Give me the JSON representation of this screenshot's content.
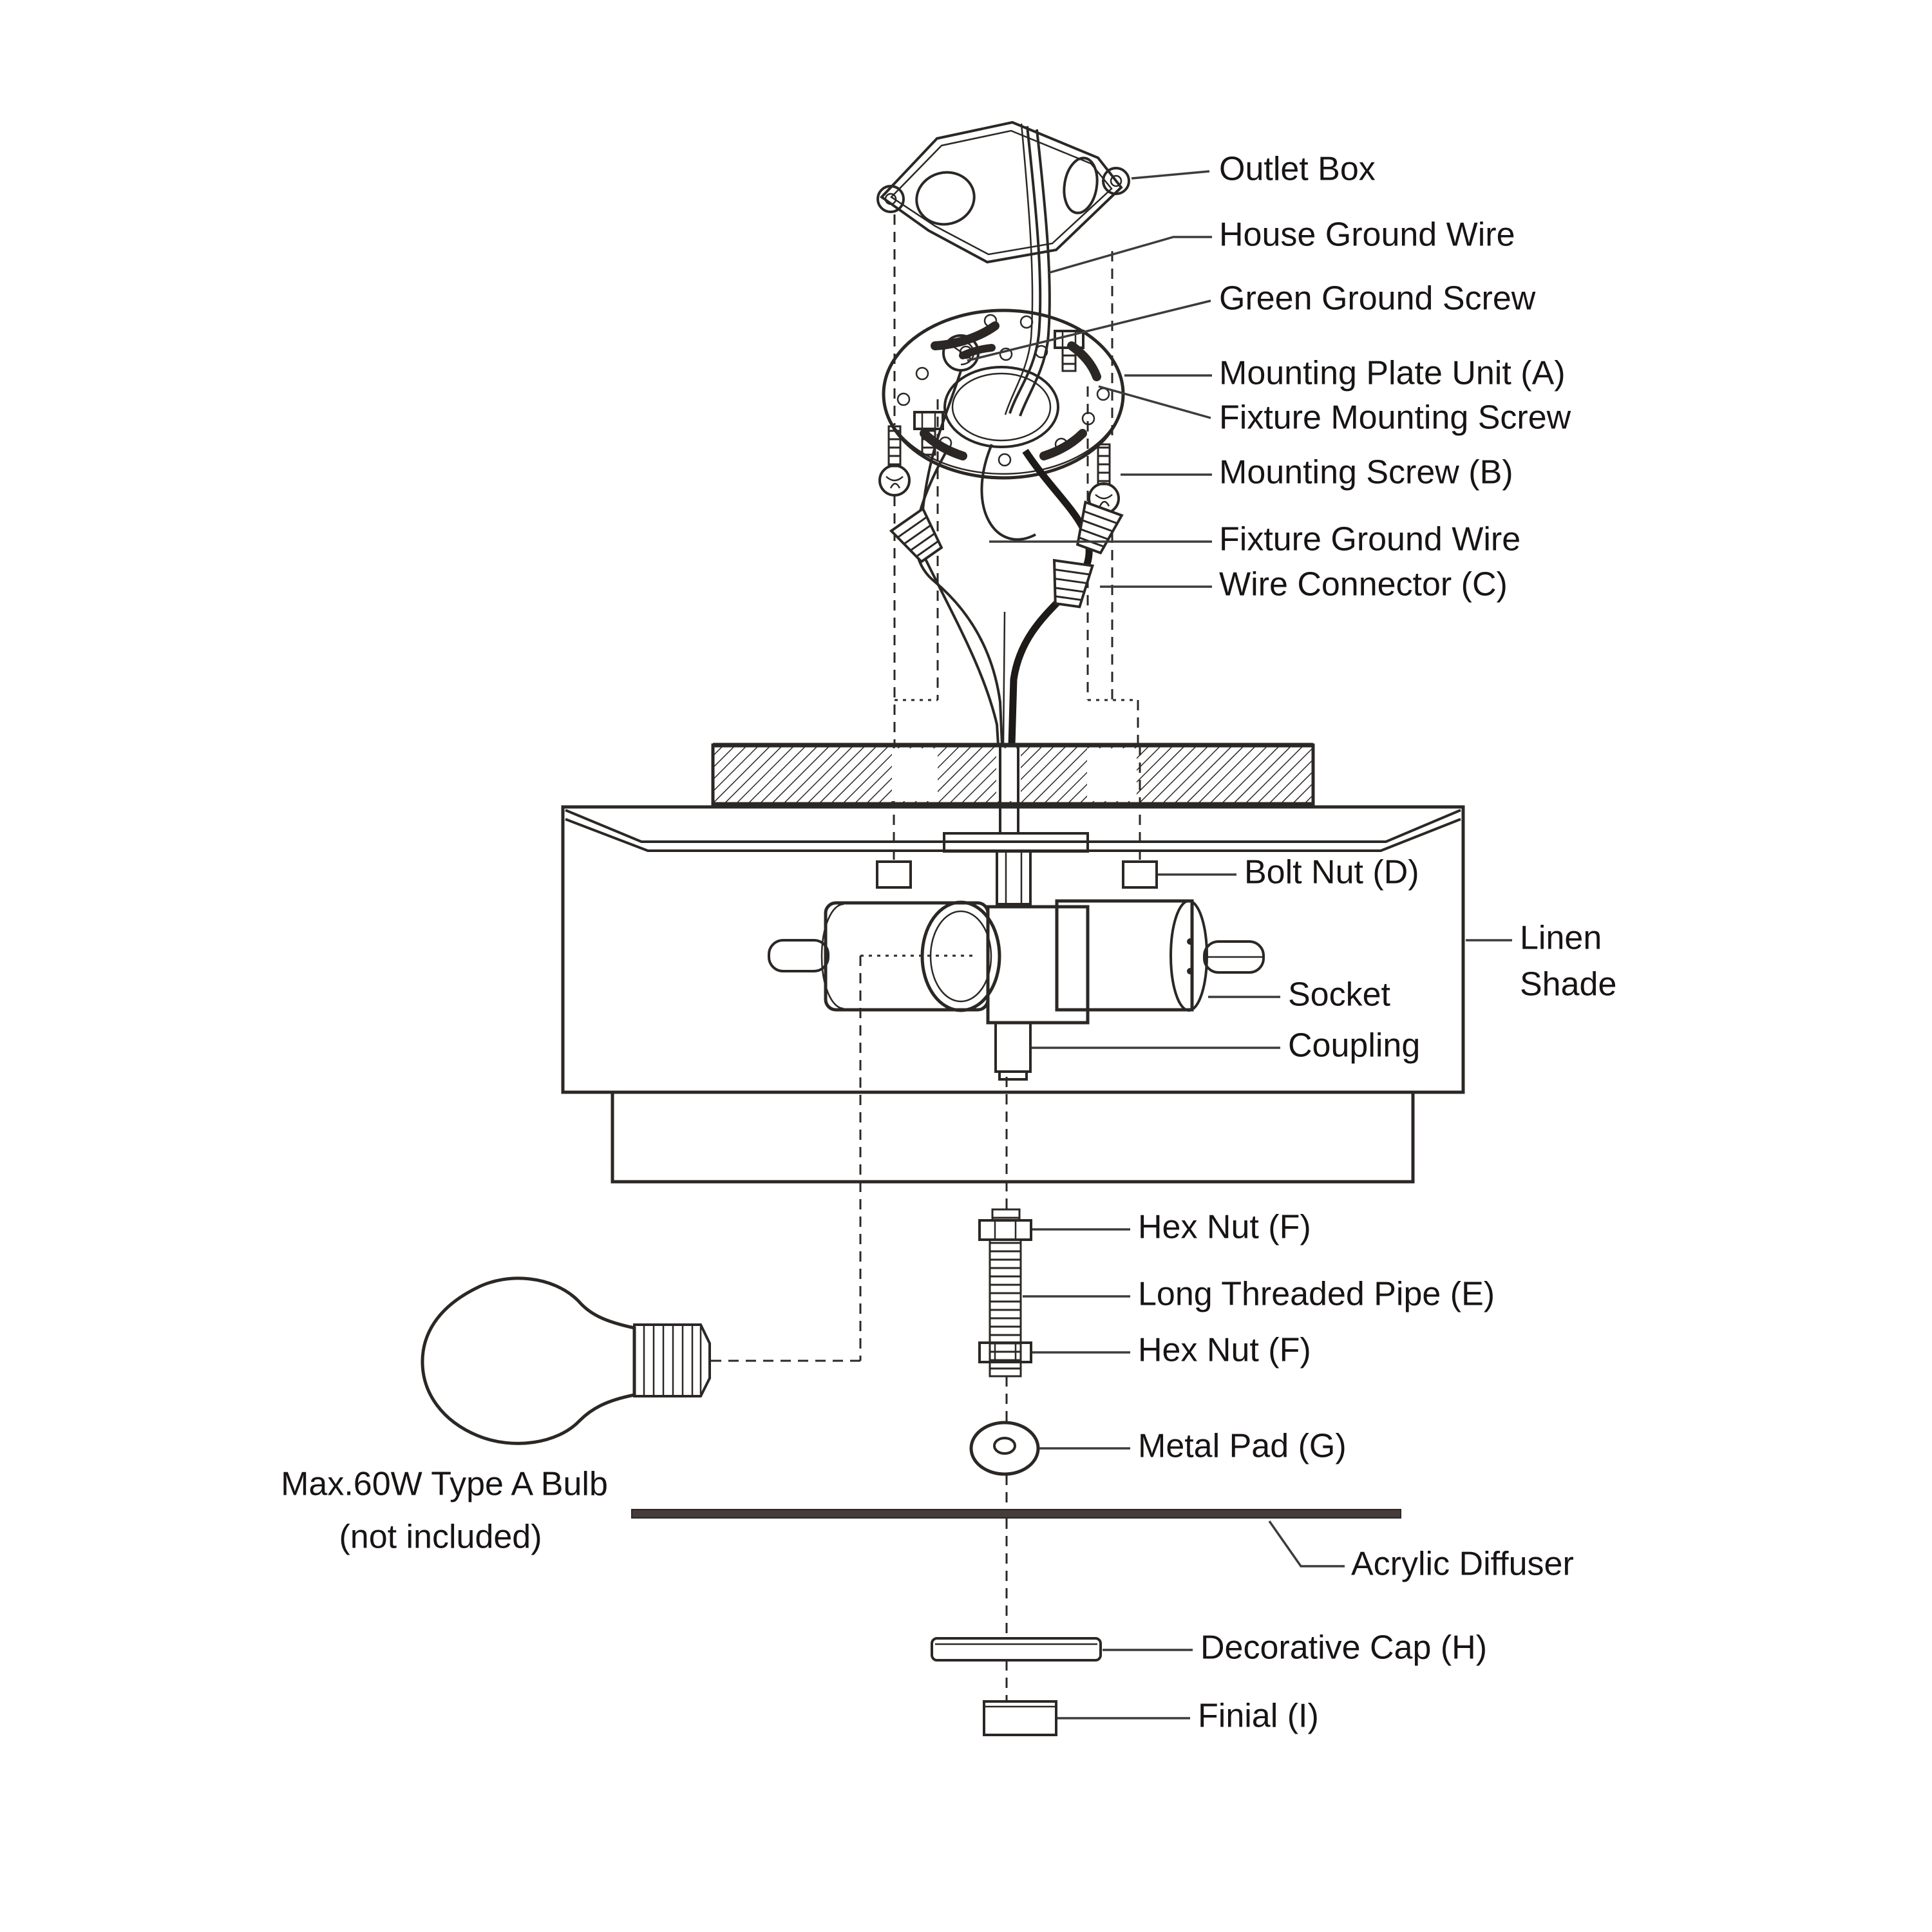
{
  "labels": {
    "outlet_box": "Outlet Box",
    "house_ground_wire": "House Ground Wire",
    "green_ground_screw": "Green Ground Screw",
    "mounting_plate_unit": "Mounting Plate Unit (A)",
    "fixture_mounting_screw": "Fixture Mounting Screw",
    "mounting_screw_b": "Mounting Screw (B)",
    "fixture_ground_wire": "Fixture Ground Wire",
    "wire_connector_c": "Wire Connector (C)",
    "bolt_nut_d": "Bolt Nut (D)",
    "linen_shade_line1": "Linen",
    "linen_shade_line2": "Shade",
    "socket": "Socket",
    "coupling": "Coupling",
    "hex_nut_f_top": "Hex Nut (F)",
    "long_threaded_pipe_e": "Long Threaded Pipe (E)",
    "hex_nut_f_bottom": "Hex Nut (F)",
    "metal_pad_g": "Metal Pad (G)",
    "acrylic_diffuser": "Acrylic Diffuser",
    "decorative_cap_h": "Decorative Cap (H)",
    "finial_i": "Finial (I)",
    "bulb_note_line1": "Max.60W Type A Bulb",
    "bulb_note_line2": "(not included)"
  },
  "colors": {
    "line": "#2b2724",
    "leader": "#3c3c3c",
    "diffuser_fill": "#463c3a",
    "background": "#ffffff"
  }
}
